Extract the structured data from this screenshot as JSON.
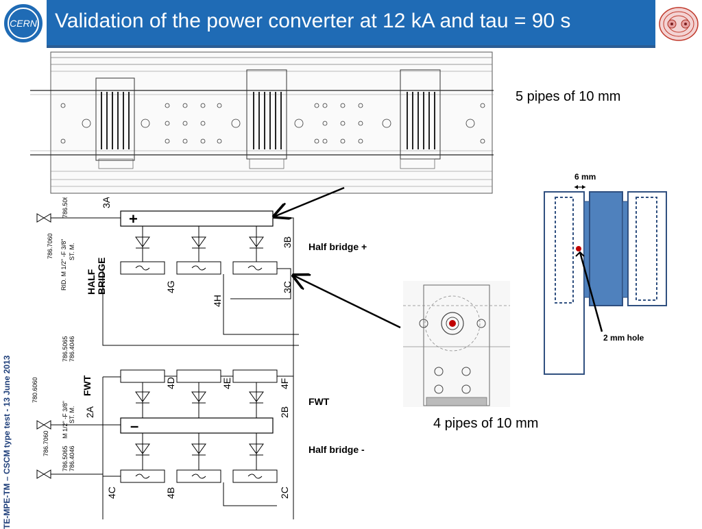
{
  "header": {
    "title": "Validation of the power converter at 12 kA and tau = 90 s",
    "logo_text": "CERN",
    "background_color": "#1f6bb5"
  },
  "footer": {
    "side_text": "TE-MPE-TM – CSCM type test - 13 June 2013"
  },
  "annotations": {
    "five_pipes": "5 pipes of 10 mm",
    "four_pipes": "4 pipes of 10 mm",
    "half_bridge_plus": "Half bridge +",
    "fwt": "FWT",
    "half_bridge_minus": "Half bridge -",
    "six_mm": "6 mm",
    "two_mm_hole": "2 mm hole"
  },
  "schematic": {
    "section_top": "HALF\nBRIDGE",
    "section_fwt": "FWT",
    "plus_symbol": "+",
    "minus_symbol": "–",
    "terminals": [
      "3A",
      "3B",
      "3C",
      "4G",
      "4H",
      "4D",
      "4E",
      "4F",
      "2A",
      "2B",
      "4C",
      "4B",
      "2C"
    ],
    "pipe_codes": [
      "786.7060",
      "786.5065",
      "786.4046",
      "780.6060"
    ],
    "fitting_labels": [
      "RID. M 1/2\" -F 3/8\"",
      "ST. M.",
      "M 1/2\" -F 3/8\""
    ]
  },
  "colors": {
    "accent_blue": "#4f81bd",
    "hole_red": "#c00000",
    "arrow": "#000000"
  }
}
